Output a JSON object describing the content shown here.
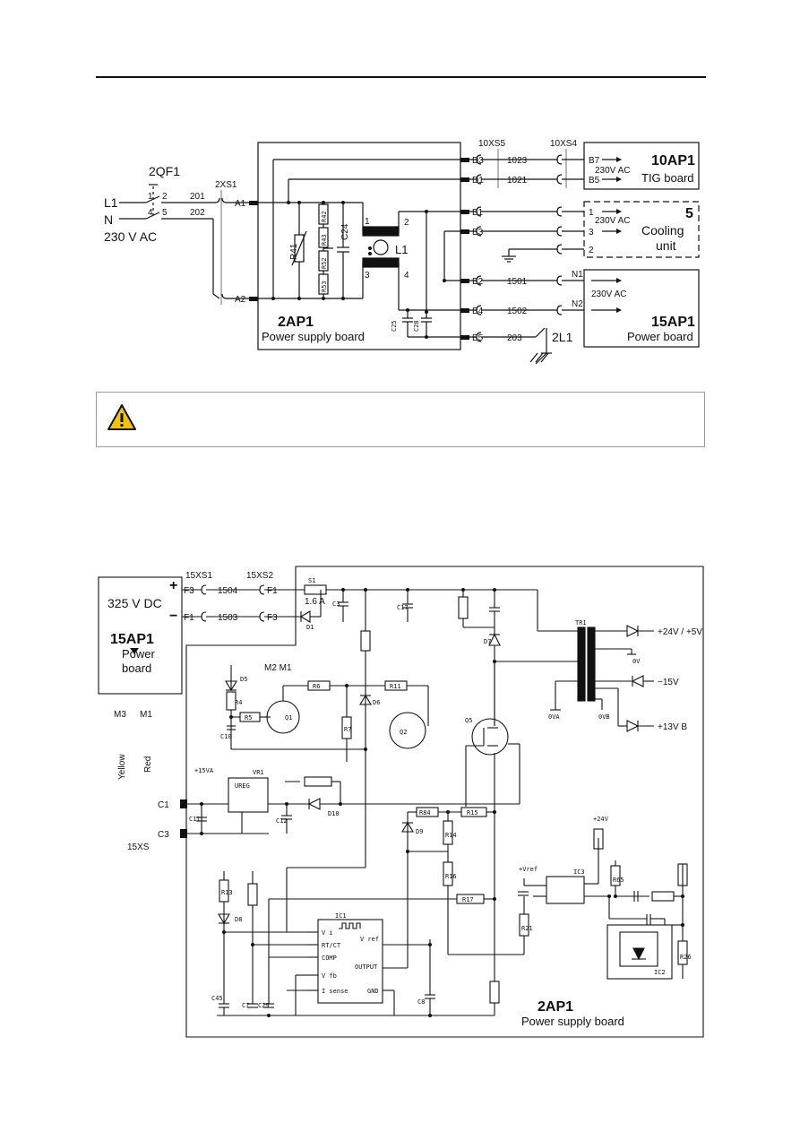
{
  "diagram1": {
    "breaker": "2QF1",
    "line_l1": "L1",
    "line_n": "N",
    "mains": "230 V AC",
    "terminal_xs1": "2XS1",
    "wire_201": "201",
    "wire_202": "202",
    "pin_a1": "A1",
    "pin_a2": "A2",
    "sw_1": "1",
    "sw_2": "2",
    "sw_4": "4",
    "sw_5": "5",
    "psb_title": "2AP1",
    "psb_sub": "Power supply board",
    "r41": "R41",
    "r42": "R42",
    "r43": "R43",
    "r52": "R52",
    "r53": "R53",
    "c24": "C24",
    "c25": "C25",
    "c28": "C28",
    "l1": "L1",
    "coil_1": "1",
    "coil_2": "2",
    "coil_3": "3",
    "coil_4": "4",
    "pins_right": [
      "D3",
      "D1",
      "B1",
      "B3",
      "B2",
      "B4",
      "B5"
    ],
    "conn_10xs5": "10XS5",
    "conn_10xs4": "10XS4",
    "wire_1023": "1023",
    "wire_1021": "1021",
    "wire_1501": "1501",
    "wire_1502": "1502",
    "wire_203": "203",
    "ground": "2L1",
    "tig_title": "10AP1",
    "tig_sub": "TIG board",
    "tig_pin_b7": "B7",
    "tig_pin_b5": "B5",
    "tig_volt": "230V AC",
    "cool_num": "5",
    "cool_line1": "Cooling",
    "cool_line2": "unit",
    "cool_volt": "230V AC",
    "cool_pins": [
      "1",
      "3",
      "2"
    ],
    "pb_title": "15AP1",
    "pb_sub": "Power board",
    "pb_n1": "N1",
    "pb_n2": "N2",
    "pb_volt": "230V AC"
  },
  "diagram2": {
    "dc": "325 V DC",
    "plus": "+",
    "minus": "−",
    "pb_title": "15AP1",
    "pb_sub1": "Power",
    "pb_sub2": "board",
    "pin_f3": "F3",
    "pin_f1": "F1",
    "conn_15xs1": "15XS1",
    "conn_15xs2": "15XS2",
    "wire_1504": "1504",
    "wire_1503": "1503",
    "conn_f1": "F1",
    "conn_f3": "F3",
    "fuse": "S1",
    "fuse_val": "1.6 A",
    "m3": "M3",
    "m1": "M1",
    "yellow": "Yellow",
    "red": "Red",
    "c1": "C1",
    "c3": "C3",
    "xs15": "15XS",
    "m2m1": "M2 M1",
    "tr1": "TR1",
    "out1": "+24V / +5V",
    "out2": "−15V",
    "out3": "+13V B",
    "ov": "0V",
    "ova": "0VA",
    "ovb": "0VB",
    "plus15va": "+15VA",
    "plus24v": "+24V",
    "vref": "+Vref",
    "vr1": "VR1",
    "ureg": "UREG",
    "ic1": "IC1",
    "ic2": "IC2",
    "ic3": "IC3",
    "ic1_pins": [
      "V i",
      "RT/CT",
      "COMP",
      "V fb",
      "I sense",
      "V ref",
      "OUTPUT",
      "GND"
    ],
    "parts": [
      "D1",
      "D5",
      "D6",
      "D7",
      "D8",
      "D9",
      "D10",
      "Q1",
      "Q2",
      "Q5",
      "R4",
      "R5",
      "R6",
      "R7",
      "R11",
      "R13",
      "R14",
      "R15",
      "R16",
      "R17",
      "R21",
      "R26",
      "R65",
      "R84",
      "C3",
      "C7",
      "C8",
      "C10",
      "C11",
      "C12",
      "C17",
      "C29",
      "C45"
    ],
    "psb_title": "2AP1",
    "psb_sub": "Power supply board"
  }
}
